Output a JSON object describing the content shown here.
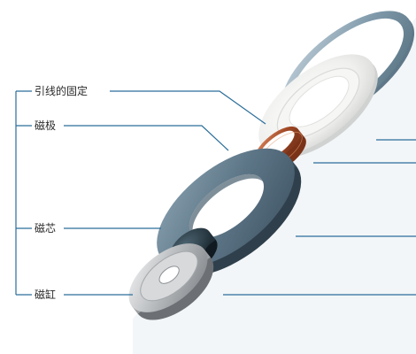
{
  "labels": {
    "lead_fix": "引线的固定",
    "magnetic_pole": "磁极",
    "magnetic_core": "磁芯",
    "magnetic_pot": "磁缸"
  },
  "icons": [
    "speaker-surround-ring",
    "diaphragm",
    "voice-coil",
    "pole-plate",
    "ring-magnet",
    "magnet-core",
    "magnet-pot"
  ],
  "colors": {
    "leader_line": "#2b6e9a",
    "surround_ring": "#7d97a7",
    "magnet_ring": "#556f82",
    "voice_coil": "#b05a34",
    "pole_plate": "#e0b43a",
    "core": "#2c3e48",
    "pot": "#b7b9bb"
  }
}
